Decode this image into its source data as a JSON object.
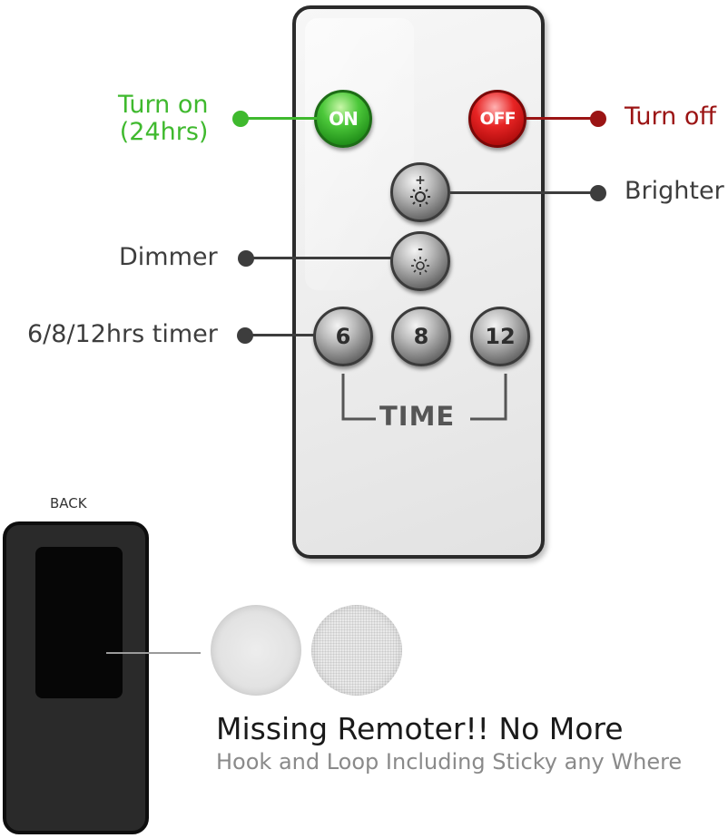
{
  "remote": {
    "buttons": {
      "on": "ON",
      "off": "OFF",
      "brighter_sign": "+",
      "dimmer_sign": "-",
      "timer_6": "6",
      "timer_8": "8",
      "timer_12": "12"
    },
    "time_label": "TIME"
  },
  "callouts": {
    "turn_on_line1": "Turn on",
    "turn_on_line2": "(24hrs)",
    "turn_off": "Turn off",
    "brighter": "Brighter",
    "dimmer": "Dimmer",
    "timer": "6/8/12hrs timer"
  },
  "back": {
    "label": "BACK"
  },
  "caption": {
    "headline": "Missing Remoter!! No More",
    "subline": "Hook and Loop Including Sticky any Where"
  },
  "colors": {
    "on_green": "#3fb92e",
    "off_red": "#9b1414",
    "callout_gray": "#3d3d3d"
  },
  "icons": {
    "brightness": "sun-icon"
  }
}
